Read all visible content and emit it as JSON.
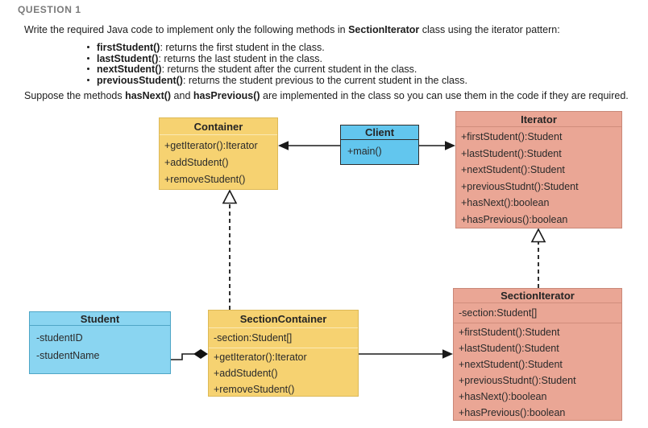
{
  "question": {
    "heading": "QUESTION 1",
    "intro": {
      "pre": "Write the required Java code to implement only the following methods in ",
      "bold": "SectionIterator",
      "post": " class using the iterator pattern:"
    },
    "bullets": [
      {
        "bold": "firstStudent()",
        "text": ": returns the first student in the class."
      },
      {
        "bold": "lastStudent()",
        "text": ": returns the last student in the class."
      },
      {
        "bold": "nextStudent()",
        "text": ": returns the student after the current student in the class."
      },
      {
        "bold": "previousStudent()",
        "text": ": returns the student previous to the current student in the class."
      }
    ],
    "note": {
      "pre": "Suppose the methods ",
      "bold1": "hasNext()",
      "mid": " and ",
      "bold2": "hasPrevious()",
      "post": " are implemented in the class so you can use them in the code if they are required."
    }
  },
  "diagram": {
    "container": {
      "title": "Container",
      "methods": [
        "+getIterator():Iterator",
        "+addStudent()",
        "+removeStudent()"
      ]
    },
    "client": {
      "title": "Client",
      "methods": [
        "+main()"
      ]
    },
    "iterator": {
      "title": "Iterator",
      "methods": [
        "+firstStudent():Student",
        "+lastStudent():Student",
        "+nextStudent():Student",
        "+previousStudnt():Student",
        "+hasNext():boolean",
        "+hasPrevious():boolean"
      ]
    },
    "student": {
      "title": "Student",
      "attributes": [
        "-studentID",
        "-studentName"
      ]
    },
    "section_container": {
      "title": "SectionContainer",
      "attributes": [
        "-section:Student[]"
      ],
      "methods": [
        "+getIterator():Iterator",
        "+addStudent()",
        "+removeStudent()"
      ]
    },
    "section_iterator": {
      "title": "SectionIterator",
      "attributes": [
        "-section:Student[]"
      ],
      "methods": [
        "+firstStudent():Student",
        "+lastStudent():Student",
        "+nextStudent():Student",
        "+previousStudnt():Student",
        "+hasNext():boolean",
        "+hasPrevious():boolean"
      ]
    }
  },
  "colors": {
    "yellow": "#F6D271",
    "salmon": "#EAA695",
    "client-blue": "#62C6EE",
    "student-blue": "#8AD5F1",
    "heading-gray": "#7A7A7A"
  }
}
